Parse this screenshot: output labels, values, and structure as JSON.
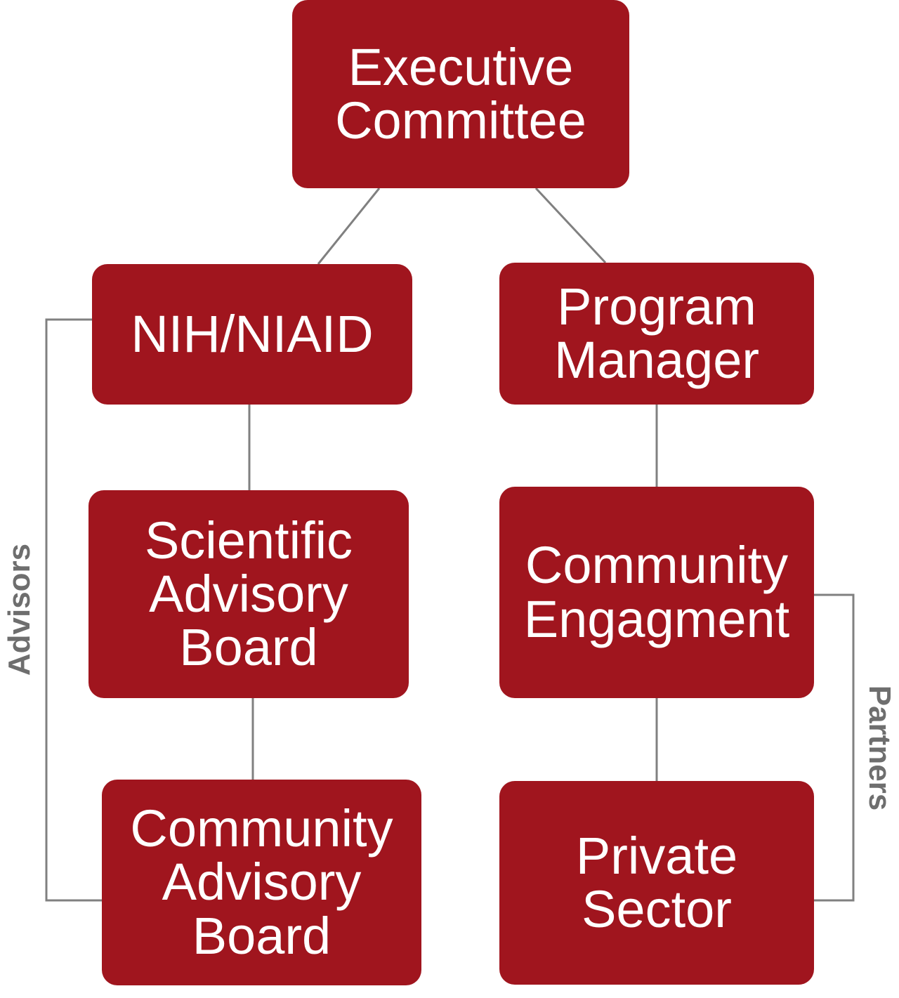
{
  "colors": {
    "box_fill": "#a0151e",
    "box_text": "#ffffff",
    "connector": "#808080",
    "side_label": "#6e6e6e"
  },
  "nodes": {
    "executive_committee": "Executive\nCommittee",
    "nih_niaid": "NIH/NIAID",
    "program_manager": "Program\nManager",
    "scientific_advisory_board": "Scientific\nAdvisory\nBoard",
    "community_engagement": "Community\nEngagment",
    "community_advisory_board": "Community\nAdvisory\nBoard",
    "private_sector": "Private\nSector"
  },
  "groups": {
    "advisors": "Advisors",
    "partners": "Partners"
  }
}
